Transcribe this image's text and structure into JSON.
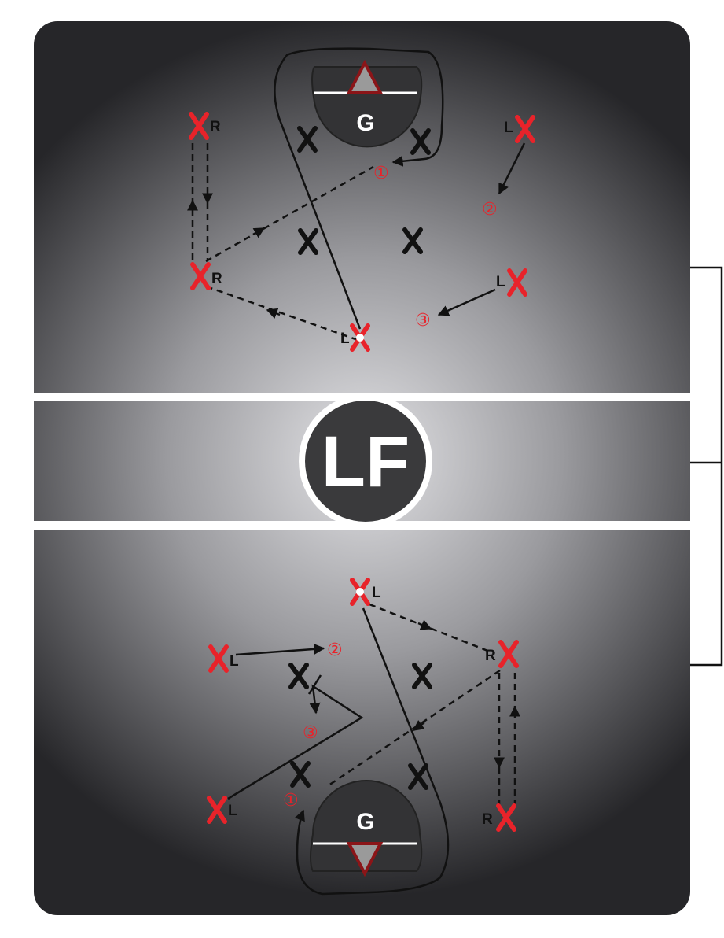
{
  "field": {
    "goal_label": "G",
    "logo_text": "LF",
    "colors": {
      "offense": "#e8232a",
      "defense": "#111111",
      "field_light": "#d8d8db",
      "field_dark": "#2b2b2e",
      "line": "#ffffff"
    }
  },
  "top_play": {
    "players": {
      "r1": "R",
      "r2": "R",
      "l_ball": "L",
      "l1": "L",
      "l2": "L"
    },
    "markers": {
      "m1": "①",
      "m2": "②",
      "m3": "③"
    }
  },
  "bottom_play": {
    "players": {
      "l_ball": "L",
      "r1": "R",
      "r2": "R",
      "l1": "L",
      "l2": "L"
    },
    "markers": {
      "m1": "①",
      "m2": "②",
      "m3": "③"
    }
  }
}
